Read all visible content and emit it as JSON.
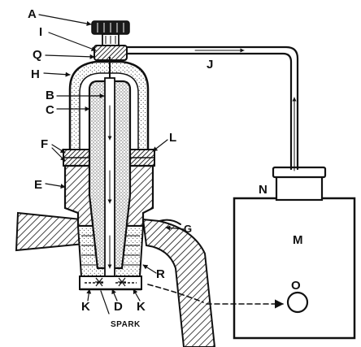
{
  "labels": {
    "A": "A",
    "I": "I",
    "Q": "Q",
    "H": "H",
    "B": "B",
    "C": "C",
    "F": "F",
    "E": "E",
    "L": "L",
    "J": "J",
    "N": "N",
    "M": "M",
    "O": "O",
    "G": "G",
    "R": "R",
    "K_left": "K",
    "D": "D",
    "K_right": "K",
    "spark": "SPARK"
  }
}
